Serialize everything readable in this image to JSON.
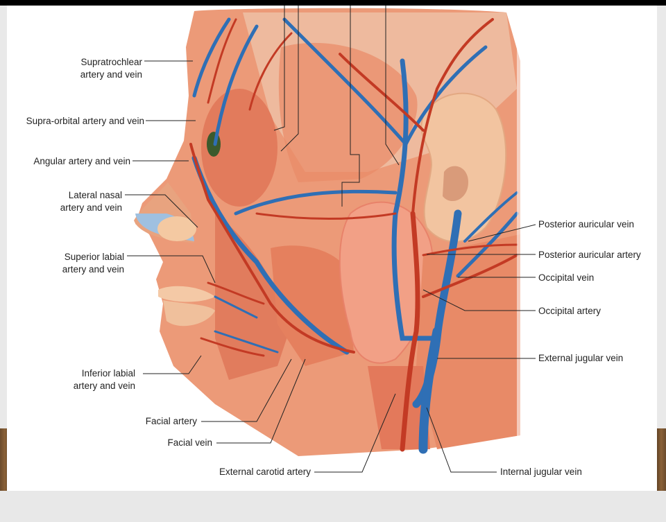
{
  "labels": {
    "supratrochlear": [
      "Supratrochlear",
      "artery and vein"
    ],
    "supraorbital": "Supra-orbital artery and vein",
    "angular": "Angular artery and vein",
    "lateral_nasal": [
      "Lateral nasal",
      "artery and vein"
    ],
    "superior_labial": [
      "Superior labial",
      "artery and vein"
    ],
    "inferior_labial": [
      "Inferior labial",
      "artery and vein"
    ],
    "facial_artery": "Facial artery",
    "facial_vein": "Facial vein",
    "external_carotid": "External carotid artery",
    "internal_jugular": "Internal jugular vein",
    "external_jugular": "External jugular vein",
    "occipital_artery": "Occipital artery",
    "occipital_vein": "Occipital vein",
    "posterior_auricular_artery": "Posterior auricular artery",
    "posterior_auricular_vein": "Posterior auricular vein"
  },
  "colors": {
    "artery": "#c33a24",
    "vein": "#2f6fb5",
    "muscle": "#e27b5c",
    "skin": "#f2c7a0",
    "gland": "#f2a086"
  }
}
